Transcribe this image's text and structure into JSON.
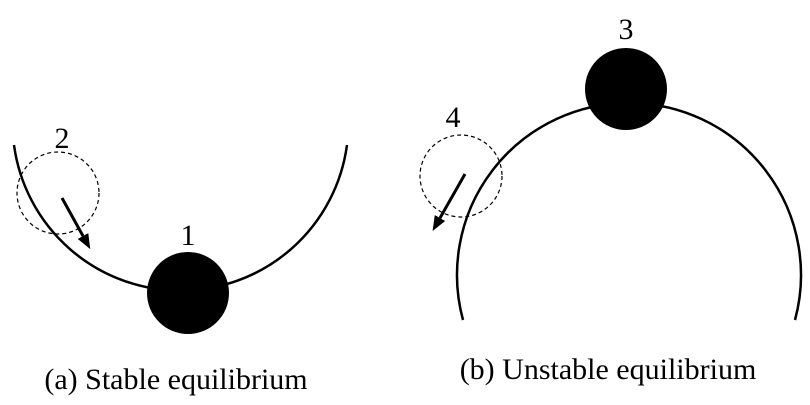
{
  "colors": {
    "ink": "#000000",
    "background": "#ffffff"
  },
  "panel_a": {
    "ball_label": "1",
    "ghost_label": "2",
    "caption": "(a) Stable equilibrium"
  },
  "panel_b": {
    "ball_label": "3",
    "ghost_label": "4",
    "caption": "(b) Unstable equilibrium"
  }
}
